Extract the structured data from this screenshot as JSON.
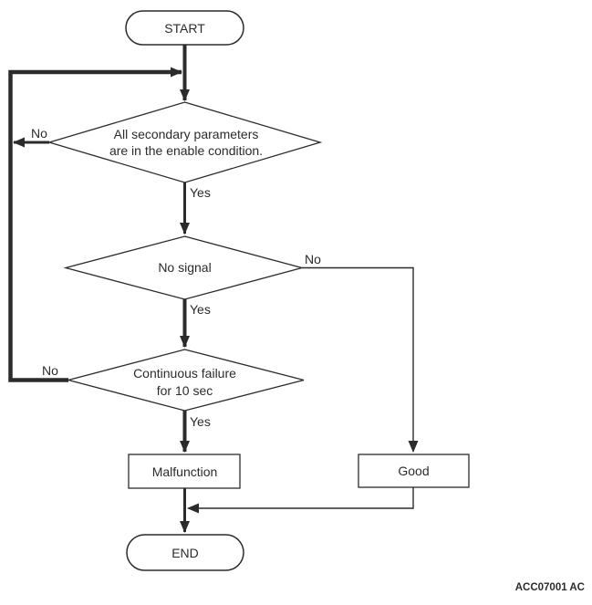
{
  "diagram": {
    "title_hint": "diagnostic flowchart",
    "nodes": {
      "start": {
        "label": "START",
        "type": "terminator"
      },
      "decision_secondary_parameters": {
        "type": "decision",
        "line1": "All secondary parameters",
        "line2": "are in the enable condition."
      },
      "decision_no_signal": {
        "type": "decision",
        "label": "No signal"
      },
      "decision_continuous_failure": {
        "type": "decision",
        "line1": "Continuous failure",
        "line2": "for 10 sec"
      },
      "malfunction": {
        "label": "Malfunction",
        "type": "process"
      },
      "good": {
        "label": "Good",
        "type": "process"
      },
      "end": {
        "label": "END",
        "type": "terminator"
      }
    },
    "edge_labels": {
      "decision1_no": "No",
      "decision1_yes": "Yes",
      "decision2_no": "No",
      "decision2_yes": "Yes",
      "decision3_no": "No",
      "decision3_yes": "Yes"
    },
    "figure_code": "ACC07001 AC",
    "colors": {
      "line": "#2b2b2b",
      "background": "#ffffff"
    }
  }
}
